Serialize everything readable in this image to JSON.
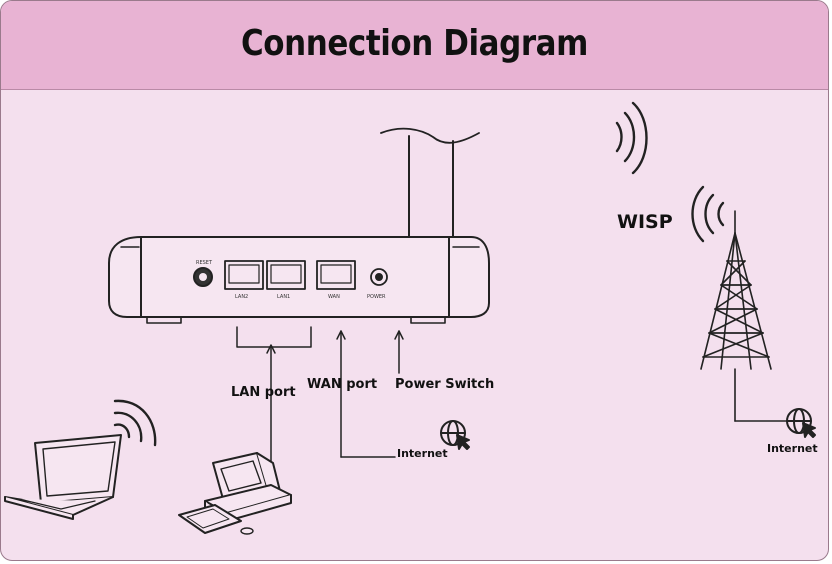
{
  "title": "Connection Diagram",
  "labels": {
    "lan_port": "LAN port",
    "wan_port": "WAN port",
    "power_switch": "Power Switch",
    "wisp": "WISP",
    "internet_router": "Internet",
    "internet_tower": "Internet"
  },
  "icons": [
    "router-icon",
    "laptop-icon",
    "desktop-computer-icon",
    "cell-tower-icon",
    "globe-cursor-icon",
    "wireless-signal-icon"
  ],
  "colors": {
    "background": "#f4e0ee",
    "header": "#e8b3d3",
    "stroke": "#222222"
  }
}
